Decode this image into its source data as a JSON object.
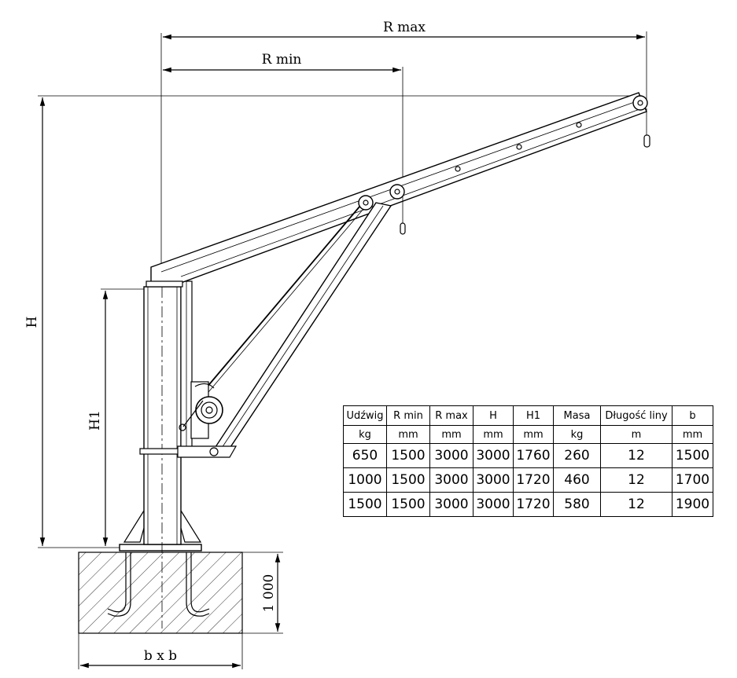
{
  "dimensions": {
    "r_max": "R max",
    "r_min": "R min",
    "h": "H",
    "h1": "H1",
    "foundation_depth": "1 000",
    "foundation_width": "b x b"
  },
  "table": {
    "headers": [
      "Udźwig",
      "R min",
      "R max",
      "H",
      "H1",
      "Masa",
      "Długość liny",
      "b"
    ],
    "units": [
      "kg",
      "mm",
      "mm",
      "mm",
      "mm",
      "kg",
      "m",
      "mm"
    ],
    "rows": [
      [
        "650",
        "1500",
        "3000",
        "3000",
        "1760",
        "260",
        "12",
        "1500"
      ],
      [
        "1000",
        "1500",
        "3000",
        "3000",
        "1720",
        "460",
        "12",
        "1700"
      ],
      [
        "1500",
        "1500",
        "3000",
        "3000",
        "1720",
        "580",
        "12",
        "1900"
      ]
    ]
  }
}
